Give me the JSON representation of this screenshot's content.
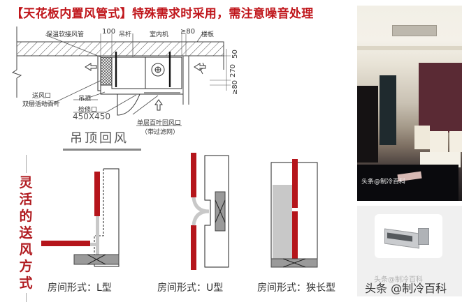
{
  "header": {
    "title": "【天花板内置风管式】特殊需求时采用，需注意噪音处理",
    "title_color": "#c0161b"
  },
  "cad_drawing": {
    "labels": {
      "insulated_flex_duct": "保温软接风管",
      "dim_100": "100",
      "hanger_rod": "吊杆",
      "indoor_unit": "室内机",
      "dim_ge80_top": "≥80",
      "floor_slab": "楼板",
      "dim_50": "50",
      "dim_270": "270",
      "dim_ge80_side": "≥80",
      "supply_outlet": "送风口",
      "supply_outlet_type": "双层活动百叶",
      "suspended_ceiling": "吊顶",
      "access_panel": "检修口",
      "access_panel_size": "450X450",
      "return_grille": "单层百叶回风口",
      "return_grille_note": "（带过滤网）"
    },
    "caption": "吊顶回风"
  },
  "side_heading": {
    "text": "灵活的送风方式",
    "chars": [
      "灵",
      "活",
      "的",
      "送",
      "风",
      "方",
      "式"
    ],
    "color": "#b01a1f"
  },
  "room_layouts": [
    {
      "caption": "房间形式：L型"
    },
    {
      "caption": "房间形式：U型"
    },
    {
      "caption": "房间形式：狭长型"
    }
  ],
  "colors": {
    "duct_red": "#b5151b",
    "duct_gray": "#c8c8c8",
    "unit_gray": "#9a9a9a"
  },
  "photo": {
    "watermark": "头条@制冷百科"
  },
  "footer": {
    "attribution": "头条 @制冷百科",
    "ghost_text": "头条@制冷百科"
  }
}
